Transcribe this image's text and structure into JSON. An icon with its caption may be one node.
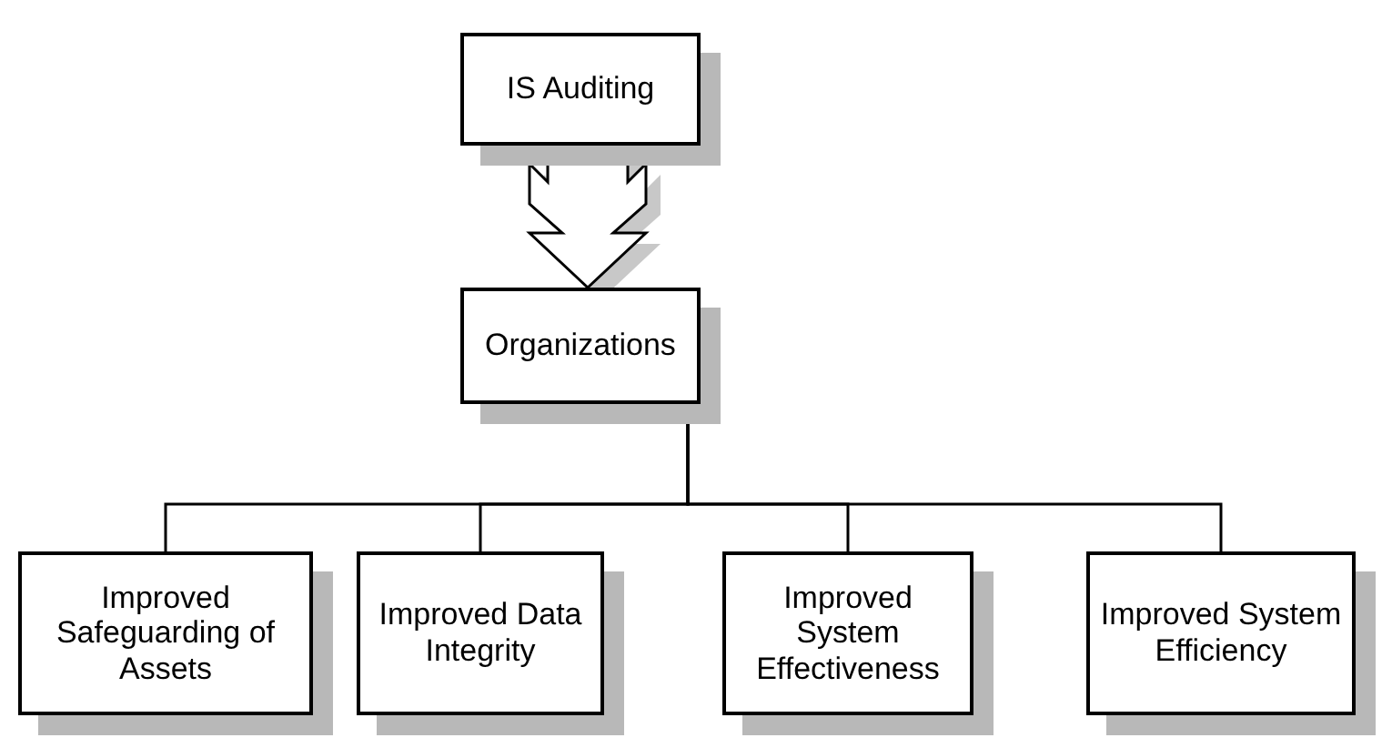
{
  "diagram": {
    "nodes": [
      {
        "text": [
          "IS Auditing"
        ]
      },
      {
        "text": [
          "Organizations"
        ]
      },
      {
        "text": [
          "Improved Safeguarding of Assets"
        ]
      },
      {
        "text": [
          "Improved Data Integrity"
        ]
      },
      {
        "text": [
          "Improved System Effectiveness"
        ]
      },
      {
        "text": [
          "Improved System Efficiency"
        ]
      }
    ],
    "edges": [
      {
        "from": 0,
        "to": 1,
        "arrow": "to",
        "style": "thick"
      },
      {
        "from": 1,
        "to": 2,
        "arrow": "none"
      },
      {
        "from": 1,
        "to": 3,
        "arrow": "none"
      },
      {
        "from": 1,
        "to": 4,
        "arrow": "none"
      },
      {
        "from": 1,
        "to": 5,
        "arrow": "none"
      }
    ]
  }
}
